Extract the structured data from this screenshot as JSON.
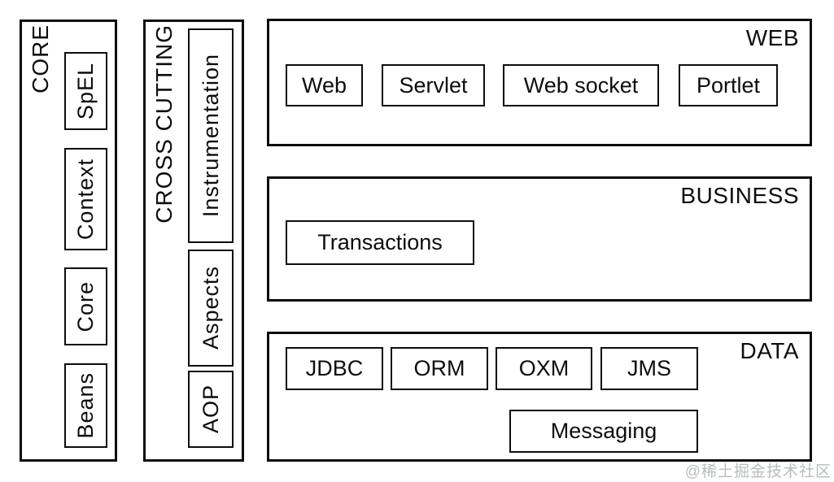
{
  "diagram": {
    "columns": [
      {
        "title": "CORE",
        "modules": [
          {
            "label": "SpEL"
          },
          {
            "label": "Context"
          },
          {
            "label": "Core"
          },
          {
            "label": "Beans"
          }
        ]
      },
      {
        "title": "CROSS CUTTING",
        "modules": [
          {
            "label": "Instrumentation"
          },
          {
            "label": "Aspects"
          },
          {
            "label": "AOP"
          }
        ]
      }
    ],
    "layers": [
      {
        "title": "WEB",
        "modules": [
          {
            "label": "Web"
          },
          {
            "label": "Servlet"
          },
          {
            "label": "Web socket"
          },
          {
            "label": "Portlet"
          }
        ]
      },
      {
        "title": "BUSINESS",
        "modules": [
          {
            "label": "Transactions"
          }
        ]
      },
      {
        "title": "DATA",
        "modules": [
          {
            "label": "JDBC"
          },
          {
            "label": "ORM"
          },
          {
            "label": "OXM"
          },
          {
            "label": "JMS"
          },
          {
            "label": "Messaging"
          }
        ]
      }
    ],
    "watermark": "@稀土掘金技术社区",
    "colors": {
      "border": "#0d0d0d",
      "text": "#0d0d0d",
      "background": "#ffffff",
      "watermark": "#b9bdbd"
    }
  }
}
